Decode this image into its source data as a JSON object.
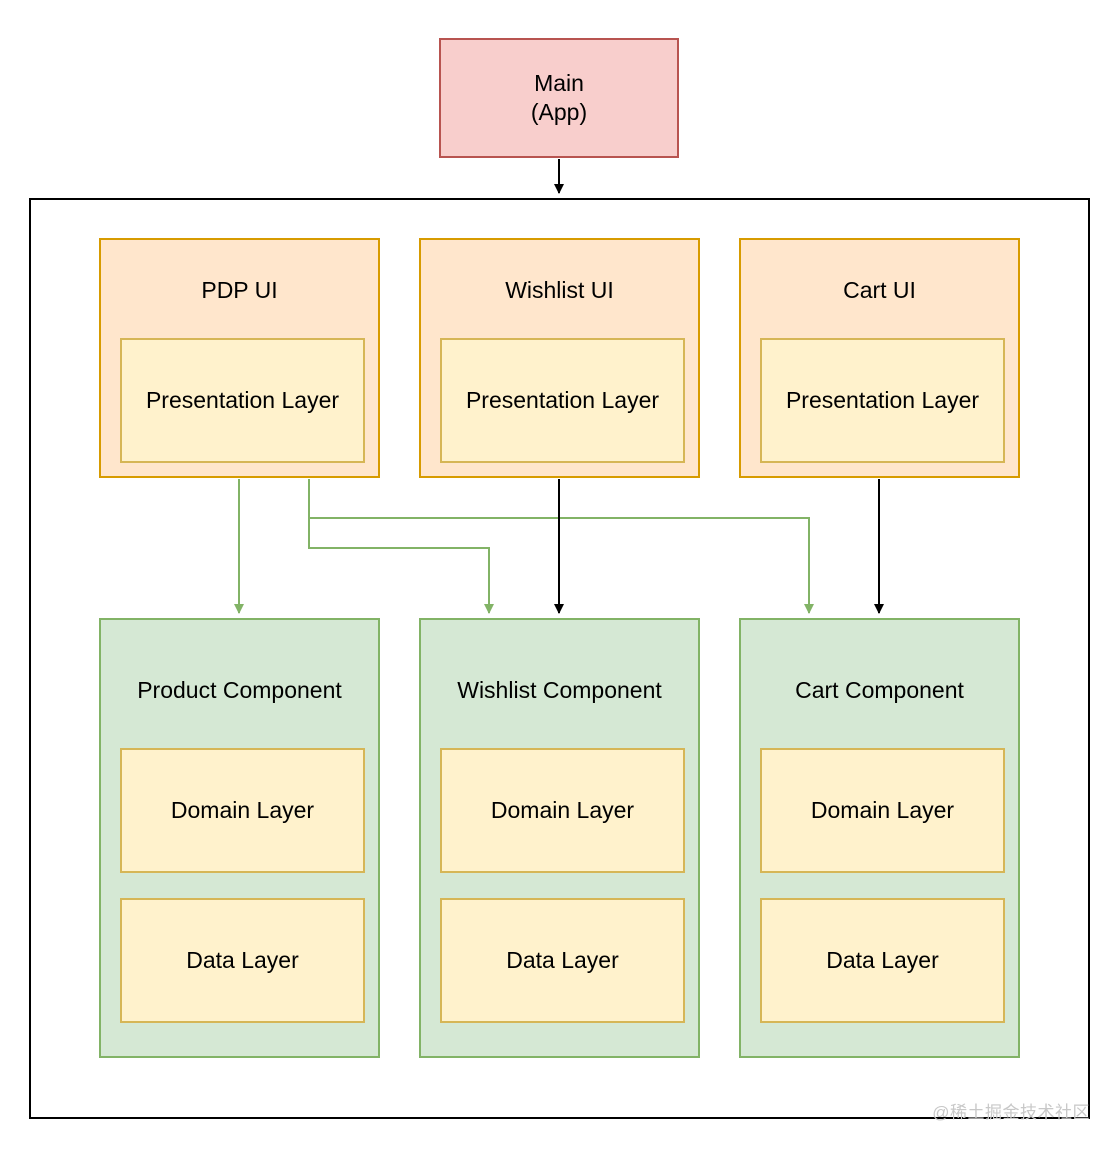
{
  "main": {
    "line1": "Main",
    "line2": "(App)"
  },
  "ui_modules": [
    {
      "title": "PDP UI",
      "layer": "Presentation Layer"
    },
    {
      "title": "Wishlist UI",
      "layer": "Presentation Layer"
    },
    {
      "title": "Cart UI",
      "layer": "Presentation Layer"
    }
  ],
  "components": [
    {
      "title": "Product Component",
      "layers": [
        "Domain Layer",
        "Data Layer"
      ]
    },
    {
      "title": "Wishlist Component",
      "layers": [
        "Domain Layer",
        "Data Layer"
      ]
    },
    {
      "title": "Cart Component",
      "layers": [
        "Domain Layer",
        "Data Layer"
      ]
    }
  ],
  "colors": {
    "main_fill": "#f8cecc",
    "main_stroke": "#b85450",
    "ui_fill": "#ffe6cc",
    "ui_stroke": "#d79b00",
    "layer_fill": "#fff2cc",
    "layer_stroke": "#d6b656",
    "component_fill": "#d5e8d4",
    "component_stroke": "#82b366",
    "green_edge": "#82b366",
    "black_edge": "#000000"
  },
  "watermark": "@稀土掘金技术社区"
}
